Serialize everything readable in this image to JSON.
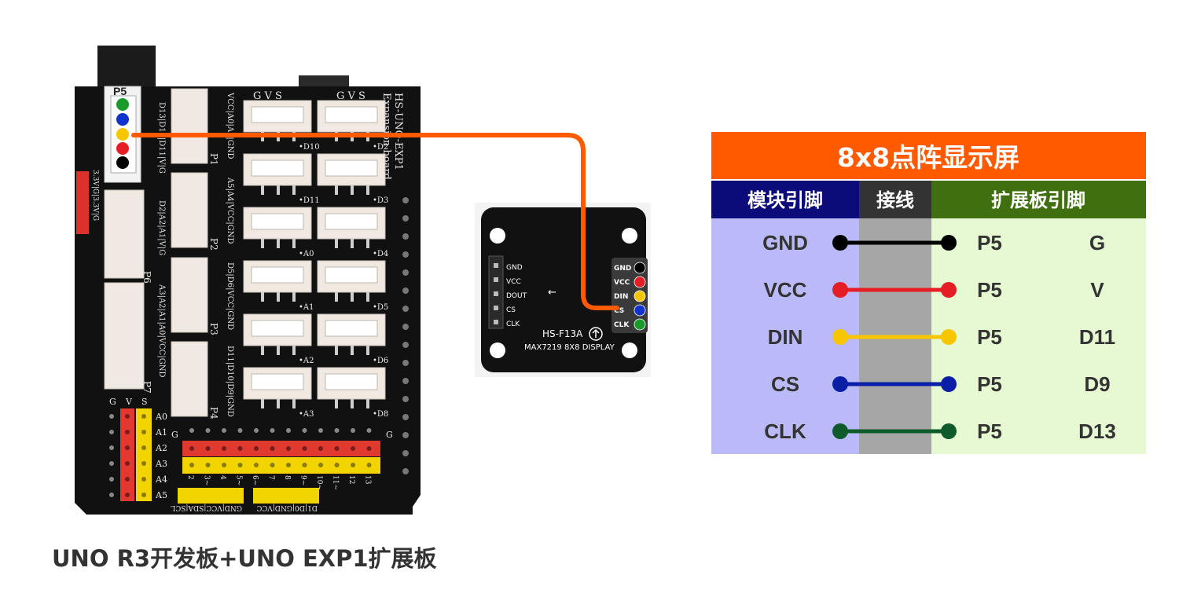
{
  "caption": "UNO R3开发板+UNO EXP1扩展板",
  "board": {
    "title_line1": "HS-UNO-EXP1",
    "title_line2": "Expansion board",
    "port_label": "P5",
    "gvs": "G V S",
    "side_label_33v": "3.3V|G|3.3V|G",
    "p5_pins": "D13|D12|D11|V|G",
    "p1_pins": "VCC|A0|A1|GND",
    "p2_pins": "A5|A4|VCC|GND",
    "p3_pins": "D5|D6|VCC|GND",
    "p4_pins": "D11|D10|D9|GND",
    "p6_pins": "D2|A2|A1|V|G",
    "p7_pins": "A3|A2|A1|A0|VCC|GND",
    "port_names": [
      "P1",
      "P2",
      "P3",
      "P4",
      "P6",
      "P7"
    ],
    "sensor_labels_left": [
      "D10",
      "D11",
      "A0",
      "A1",
      "A2",
      "A3"
    ],
    "sensor_labels_right": [
      "D2",
      "D3",
      "D4",
      "D5",
      "D6",
      "D8"
    ],
    "analog_labels": [
      "A0",
      "A1",
      "A2",
      "A3",
      "A4",
      "A5"
    ],
    "digital_labels": [
      "2",
      "3~",
      "4",
      "5~",
      "6~",
      "7",
      "8",
      "9~",
      "10~",
      "11~",
      "12",
      "13"
    ],
    "bottom_labels_left": "GND|VCC|SDA|SCL",
    "bottom_labels_right": "D1|D0|GND|VCC",
    "header_labels": {
      "g": "G",
      "v": "V",
      "s": "S"
    }
  },
  "module": {
    "model": "HS-F13A",
    "name": "MAX7219  8X8 DISPLAY",
    "left_pins": [
      "GND",
      "VCC",
      "DOUT",
      "CS",
      "CLK"
    ],
    "right_pins": [
      "GND",
      "VCC",
      "DIN",
      "CS",
      "CLK"
    ],
    "arrow_icon": "left-arrow"
  },
  "table": {
    "title": "8x8点阵显示屏",
    "col_module": "模块引脚",
    "col_wire": "接线",
    "col_board": "扩展板引脚",
    "rows": [
      {
        "module_pin": "GND",
        "port": "P5",
        "board_pin": "G",
        "color": "#000000"
      },
      {
        "module_pin": "VCC",
        "port": "P5",
        "board_pin": "V",
        "color": "#e51e25"
      },
      {
        "module_pin": "DIN",
        "port": "P5",
        "board_pin": "D11",
        "color": "#f7c600"
      },
      {
        "module_pin": "CS",
        "port": "P5",
        "board_pin": "D9",
        "color": "#0a1fa6"
      },
      {
        "module_pin": "CLK",
        "port": "P5",
        "board_pin": "D13",
        "color": "#0e5a2a"
      }
    ]
  },
  "colors": {
    "title_bar": "#ff5a00",
    "header_module": "#0b0b7a",
    "header_wire": "#333333",
    "header_board": "#3f6f0f",
    "cell_module": "#babaf9",
    "cell_wire": "#a6a6a6",
    "cell_board": "#e6f9d2",
    "wire_orange": "#ff5a00"
  }
}
